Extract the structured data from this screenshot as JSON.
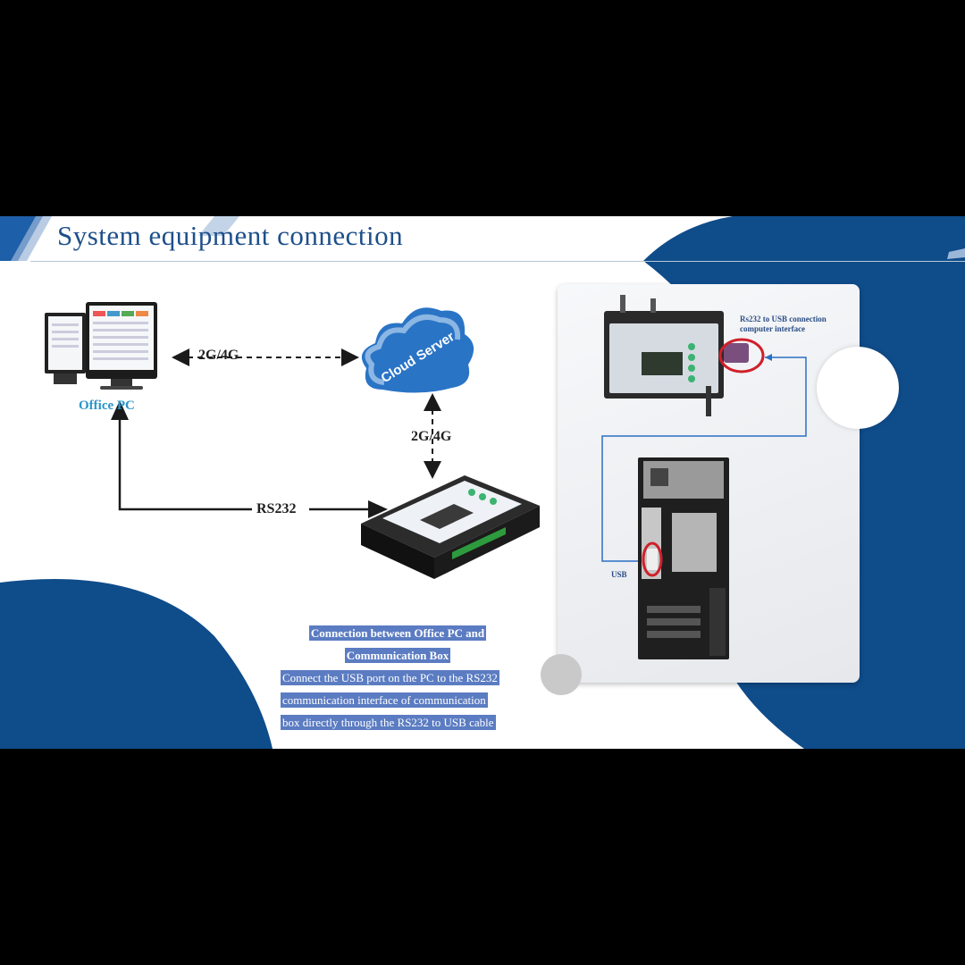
{
  "title": "System equipment connection",
  "nodes": {
    "office_pc": "Office PC",
    "cloud": "Cloud Server"
  },
  "links": {
    "pc_cloud": "2G/4G",
    "cloud_box": "2G/4G",
    "pc_box": "RS232"
  },
  "caption": {
    "heading_line1": "Connection between Office PC and",
    "heading_line2": "Communication Box",
    "body_line1": "Connect the USB port on the PC to the RS232",
    "body_line2": "communication interface of communication",
    "body_line3": "box directly through the RS232 to USB cable"
  },
  "photo": {
    "rs232_label_line1": "Rs232 to USB connection",
    "rs232_label_line2": "computer interface",
    "usb_label": "USB"
  },
  "colors": {
    "brand_blue": "#0f4c8a",
    "title_blue": "#1d4f8a",
    "label_blue": "#2a95c9",
    "highlight": "#5b7cc2",
    "marker_red": "#d0202a"
  }
}
